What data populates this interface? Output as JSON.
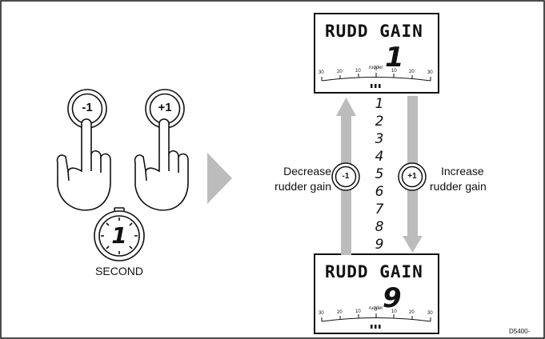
{
  "buttons": {
    "minus": "-1",
    "plus": "+1"
  },
  "timer": {
    "value": "1",
    "label": "SECOND"
  },
  "display_top": {
    "title": "RUDD GAIN",
    "value": "1",
    "scale_caption": "rudder",
    "scale_ticks": [
      "30",
      "20",
      "10",
      "0",
      "10",
      "20",
      "30"
    ]
  },
  "display_bottom": {
    "title": "RUDD GAIN",
    "value": "9",
    "scale_caption": "rudder",
    "scale_ticks": [
      "30",
      "20",
      "10",
      "0",
      "10",
      "20",
      "30"
    ]
  },
  "gain_steps": [
    "1",
    "2",
    "3",
    "4",
    "5",
    "6",
    "7",
    "8",
    "9"
  ],
  "decrease": {
    "line1": "Decrease",
    "line2": "rudder gain",
    "button": "-1"
  },
  "increase": {
    "line1": "Increase",
    "line2": "rudder gain",
    "button": "+1"
  },
  "figure_code": "D5400-",
  "colors": {
    "arrow": "#bcbcbc",
    "frame": "#111111"
  }
}
